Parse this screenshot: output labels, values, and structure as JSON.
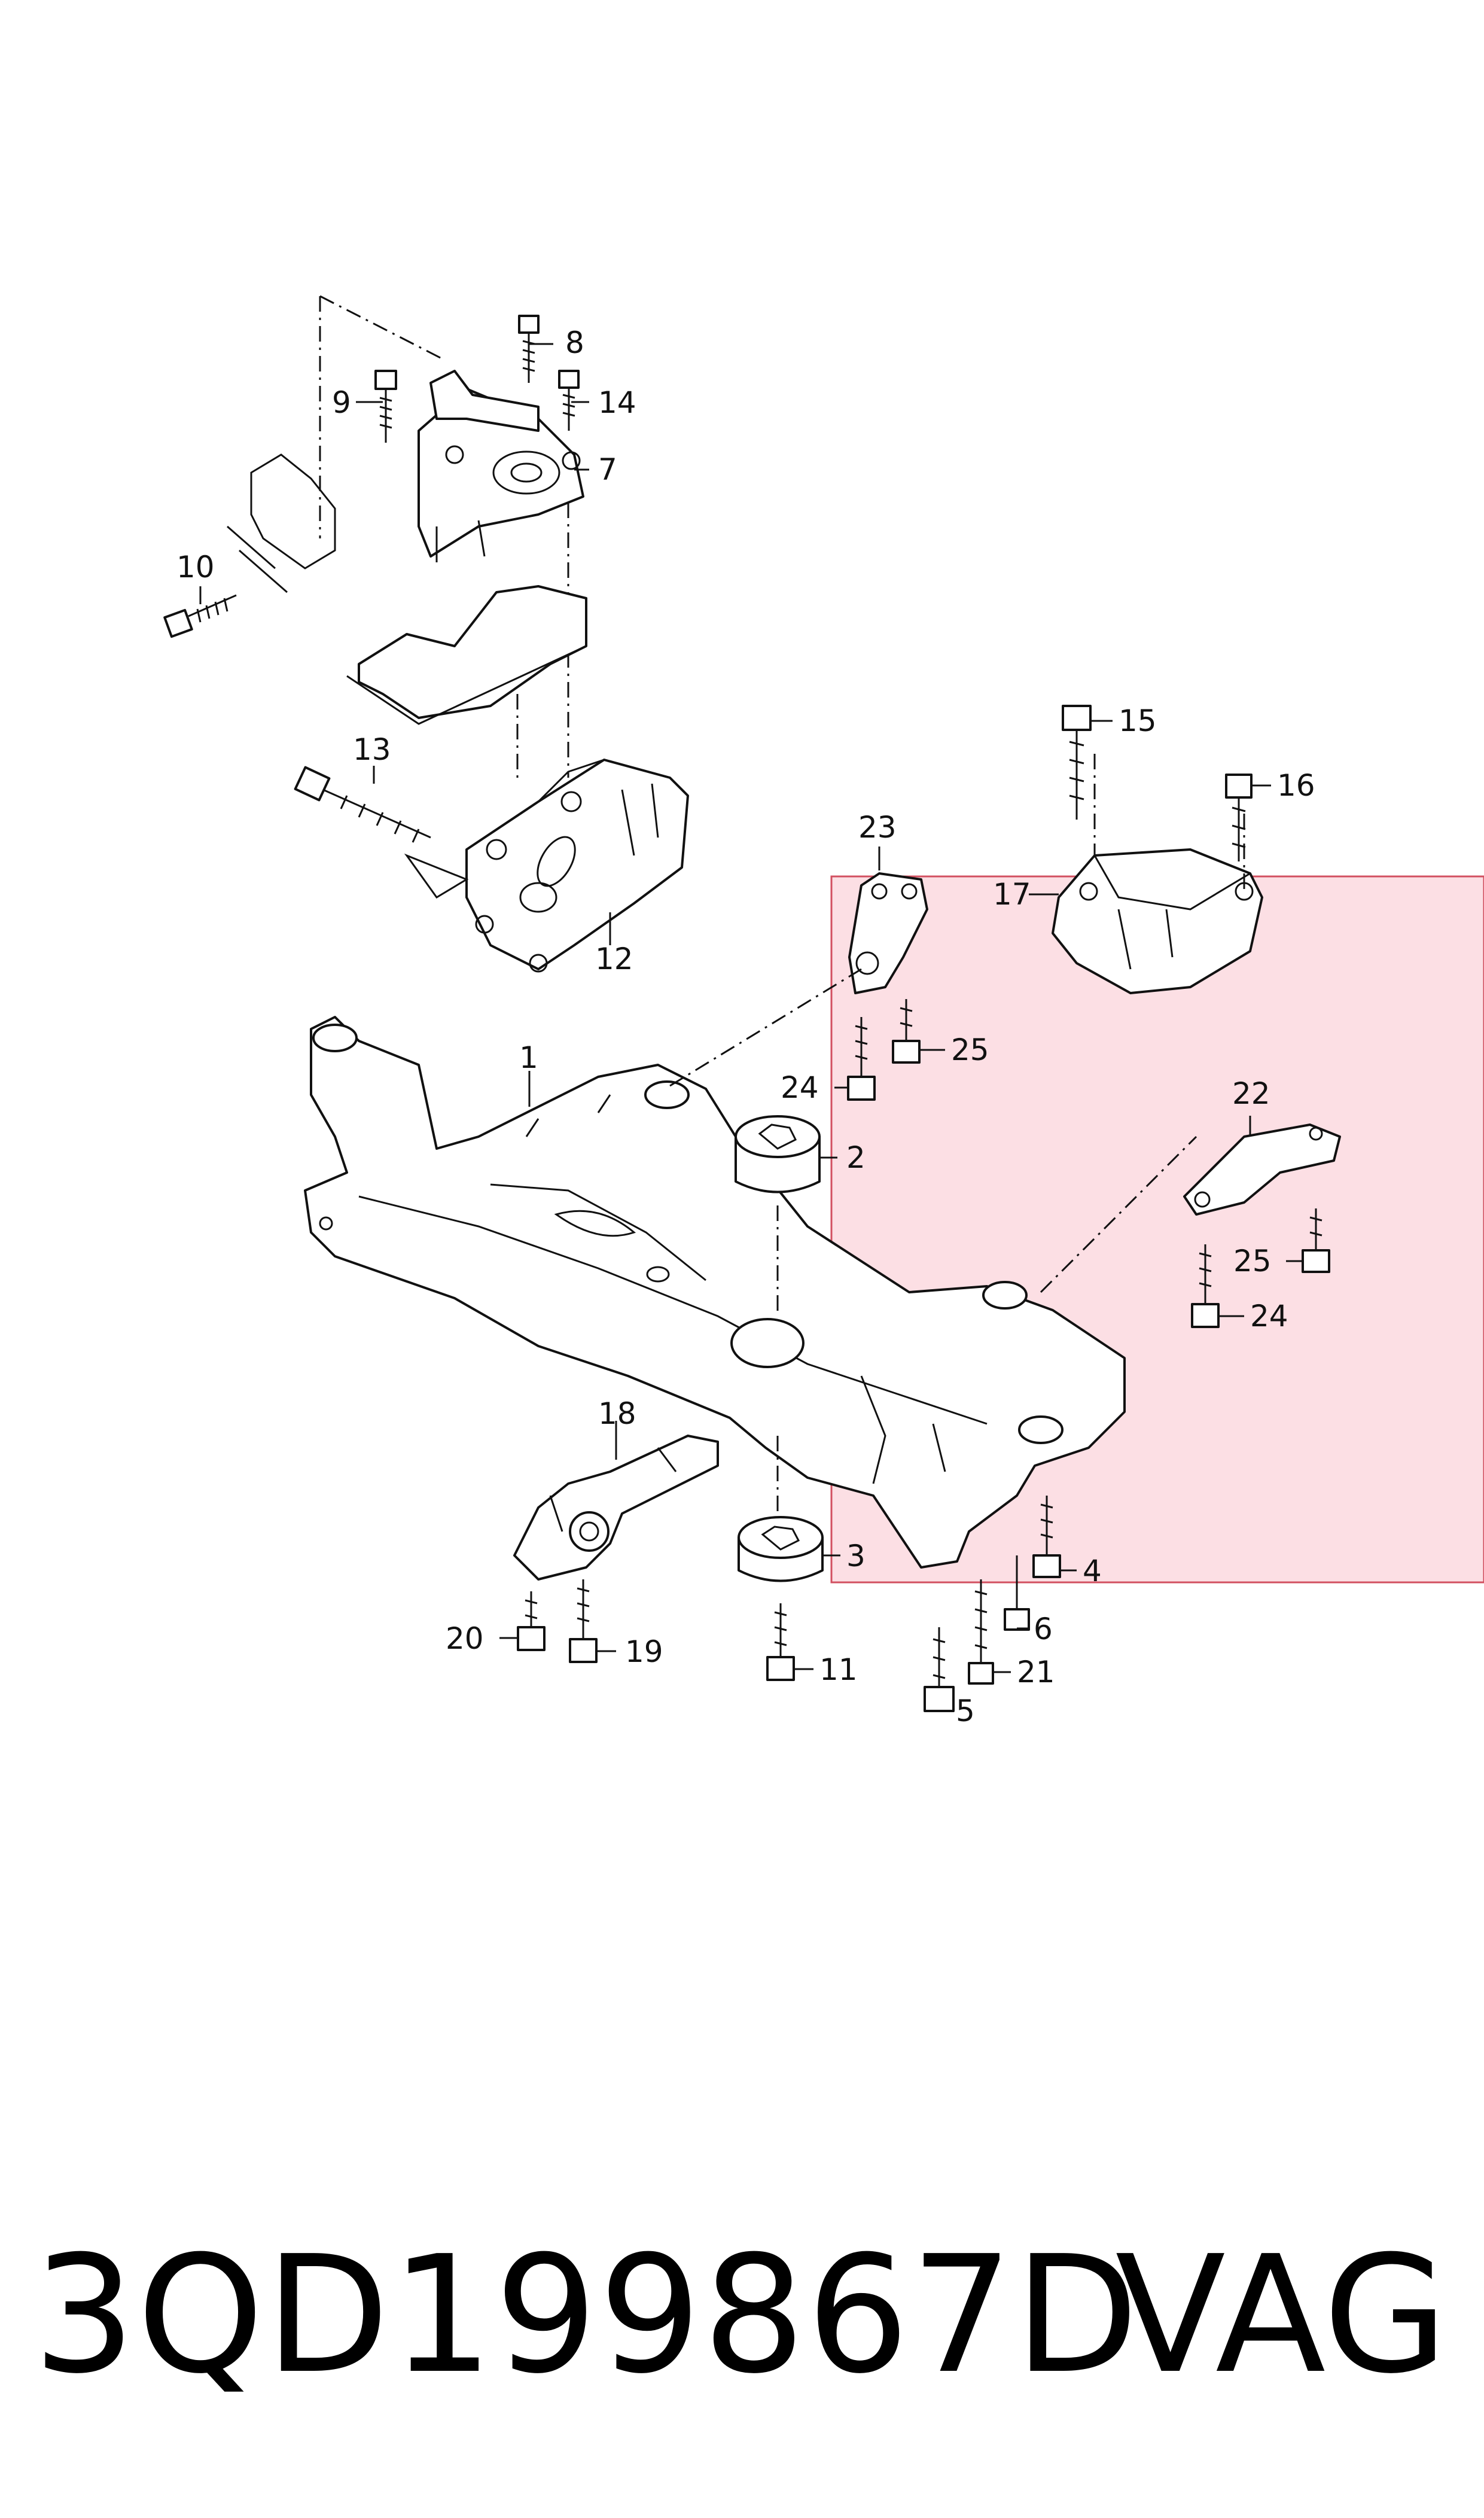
{
  "diagram": {
    "callouts": [
      "1",
      "2",
      "3",
      "4",
      "5",
      "6",
      "7",
      "8",
      "9",
      "10",
      "11",
      "12",
      "13",
      "14",
      "15",
      "16",
      "17",
      "18",
      "19",
      "20",
      "21",
      "22",
      "23",
      "24",
      "25",
      "24",
      "25"
    ],
    "highlight_color": "#f07082"
  },
  "caption": {
    "part_number": "3QD199867D",
    "brand": "VAG"
  }
}
